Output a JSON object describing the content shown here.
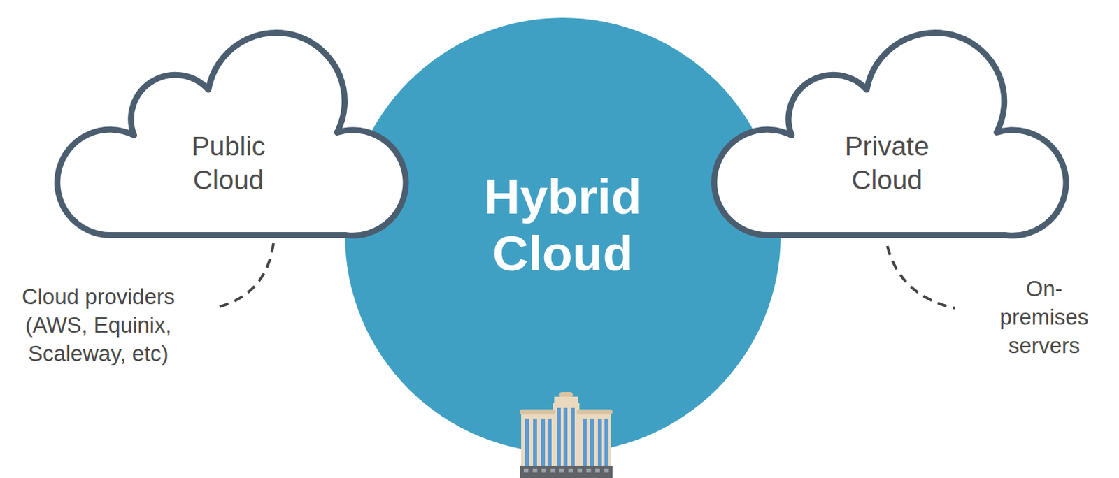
{
  "diagram": {
    "nodes": [
      {
        "text": [
          "Public Cloud"
        ]
      },
      {
        "text": [
          "Hybrid Cloud"
        ]
      },
      {
        "text": [
          "Private Cloud"
        ]
      }
    ],
    "labels": [
      "Cloud providers (AWS, Equinix, Scaleway, etc)",
      "On-premises servers"
    ]
  }
}
